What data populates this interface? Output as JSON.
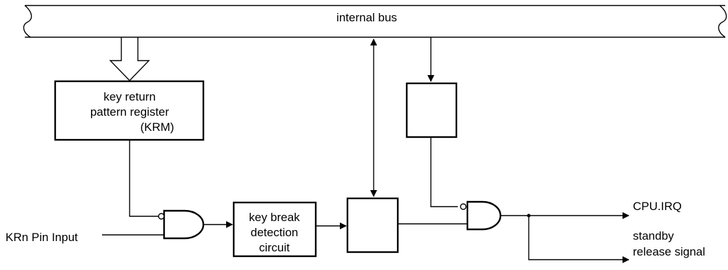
{
  "bus": {
    "label": "internal bus"
  },
  "krm": {
    "lines": [
      "key return",
      "pattern register",
      "(KRM)"
    ]
  },
  "kbd": {
    "lines": [
      "key break",
      "detection",
      "circuit"
    ]
  },
  "input": {
    "label": "KRn Pin Input"
  },
  "outputs": {
    "irq": "CPU.IRQ",
    "standby": [
      "standby",
      "release signal"
    ]
  }
}
